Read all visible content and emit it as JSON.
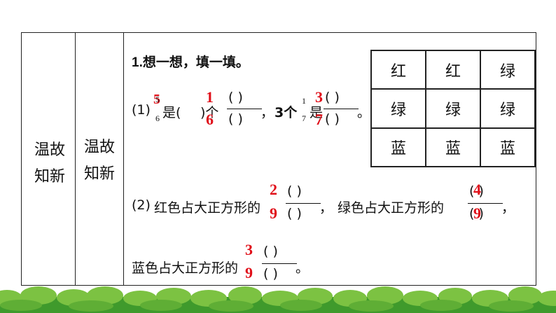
{
  "table": {
    "col1_label_line1": "温故",
    "col1_label_line2": "知新",
    "col2_label_line1": "温故",
    "col2_label_line2": "知新"
  },
  "question": {
    "title_num": "1.",
    "title_text": "想一想，填一填。",
    "part1": {
      "label": "(1)",
      "given_num": "5",
      "given_den": "6",
      "text_a": "是(",
      "text_b": ")个",
      "answer_a_num": "5",
      "answer_b_num": "1",
      "answer_b_den": "6",
      "blank_num": "(   )",
      "blank_den": "(   )",
      "comma": "，",
      "text_c": "3个",
      "given2_num": "1",
      "given2_den": "7",
      "text_d": "是",
      "answer_c_num": "3",
      "answer_c_den": "7",
      "end": "。"
    },
    "part2": {
      "label": "(2)",
      "text_a": "红色占大正方形的",
      "answer_a_num": "2",
      "answer_a_den": "9",
      "comma": "，",
      "text_b": "绿色占大正方形的",
      "answer_b_num": "4",
      "answer_b_den": "9",
      "comma2": "，",
      "text_c": "蓝色占大正方形的",
      "answer_c_num": "3",
      "answer_c_den": "9",
      "end": "。",
      "blank_num": "(   )",
      "blank_den": "(   )"
    }
  },
  "grid": {
    "cells": [
      "红",
      "红",
      "绿",
      "绿",
      "绿",
      "绿",
      "蓝",
      "蓝",
      "蓝"
    ]
  },
  "colors": {
    "answer": "#e0101a",
    "grass_dark": "#3f9a2c",
    "grass_light": "#7cc242"
  }
}
